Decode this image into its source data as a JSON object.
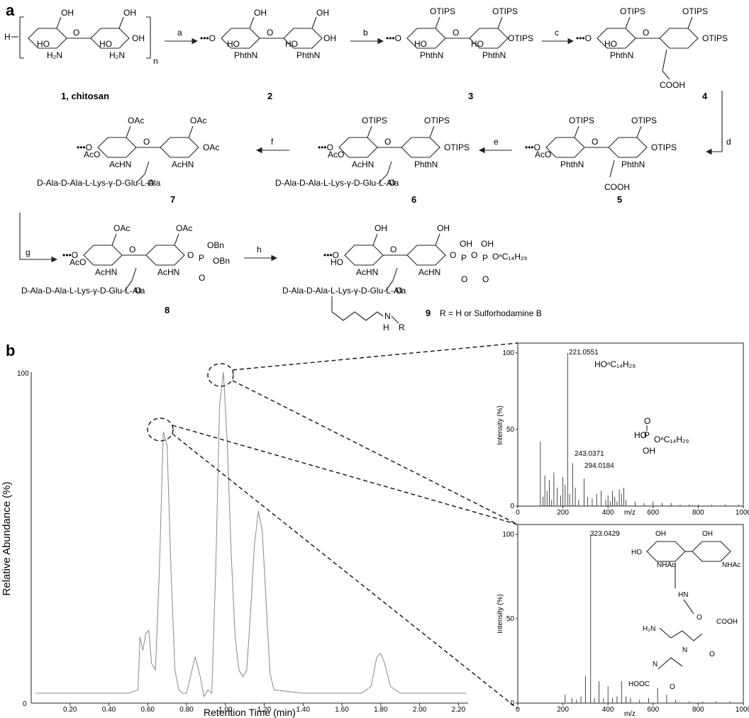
{
  "panels": {
    "a": "a",
    "b": "b"
  },
  "scheme": {
    "compounds": {
      "c1": "1, chitosan",
      "c2": "2",
      "c3": "3",
      "c4": "4",
      "c5": "5",
      "c6": "6",
      "c7": "7",
      "c8": "8",
      "c9": "9"
    },
    "r_note": "R = H or Sulforhodamine B",
    "steps": {
      "a": "a",
      "b": "b",
      "c": "c",
      "d": "d",
      "e": "e",
      "f": "f",
      "g": "g",
      "h": "h"
    },
    "peptide": "D-Ala-D-Ala-L-Lys-γ-D-Glu-L-Ala",
    "peptide9_a": "D-Ala-D-Ala-L-",
    "peptide9_b": "Lys",
    "peptide9_c": "-γ-D-Glu-L-Ala",
    "groups": {
      "oh": "OH",
      "ho": "HO",
      "h2n": "H₂N",
      "phthn": "PhthN",
      "otips": "OTIPS",
      "cooh": "COOH",
      "oac": "OAc",
      "aco": "AcO",
      "achn": "AcHN",
      "obn": "OBn",
      "o": "O",
      "p": "P",
      "tail": "OⁿC₁₄H₂₉",
      "h": "H",
      "n_sub": "n",
      "nh": "N",
      "r": "R"
    }
  },
  "chromatogram": {
    "ylabel": "Relative Abundance (%)",
    "xlabel": "Retention Time (min)",
    "yticks": [
      "0",
      "100"
    ],
    "xticks": [
      "0.20",
      "0.40",
      "0.60",
      "0.80",
      "1.00",
      "1.20",
      "1.40",
      "1.60",
      "1.80",
      "2.00",
      "2.20"
    ],
    "chart_data": {
      "type": "line",
      "x": [
        0.02,
        0.5,
        0.55,
        0.56,
        0.575,
        0.59,
        0.605,
        0.62,
        0.64,
        0.66,
        0.68,
        0.7,
        0.72,
        0.74,
        0.76,
        0.78,
        0.8,
        0.82,
        0.845,
        0.87,
        0.89,
        0.91,
        0.93,
        0.95,
        0.97,
        0.99,
        1.01,
        1.03,
        1.05,
        1.07,
        1.09,
        1.11,
        1.13,
        1.15,
        1.17,
        1.19,
        1.21,
        1.23,
        1.25,
        1.4,
        1.7,
        1.75,
        1.78,
        1.8,
        1.82,
        1.85,
        1.9,
        2.24
      ],
      "y": [
        3,
        3,
        4,
        20,
        16,
        21,
        22,
        12,
        10,
        40,
        82,
        78,
        40,
        10,
        4,
        3,
        3,
        8,
        14,
        8,
        2,
        4,
        3,
        40,
        90,
        100,
        78,
        45,
        20,
        10,
        8,
        10,
        28,
        48,
        58,
        52,
        30,
        9,
        4,
        3,
        3,
        5,
        14,
        15,
        12,
        5,
        3,
        3
      ],
      "xlim": [
        0.0,
        2.25
      ],
      "ylim": [
        0,
        100
      ]
    }
  },
  "ms_top": {
    "xlabel": "m/z",
    "ylabel": "Intensity (%)",
    "xticks": [
      "0",
      "200",
      "400",
      "600",
      "800",
      "1000"
    ],
    "yticks": [
      "0",
      "50",
      "100"
    ],
    "label_base": "221.0551",
    "label_base_frag": "HOⁿC₁₄H₂₉",
    "label_2": "243.0371",
    "label_3": "294.0184",
    "chart_data": {
      "type": "bar",
      "x": [
        100,
        112,
        120,
        130,
        140,
        150,
        160,
        175,
        190,
        200,
        210,
        221.0551,
        230,
        243.0371,
        255,
        270,
        294.0184,
        310,
        330,
        350,
        370,
        390,
        400,
        410,
        420,
        430,
        440,
        450,
        460,
        470,
        480,
        520,
        560,
        600,
        640,
        680,
        720,
        760,
        800,
        860,
        920,
        980
      ],
      "y": [
        42,
        6,
        20,
        10,
        17,
        4,
        22,
        12,
        7,
        19,
        14,
        100,
        8,
        28,
        12,
        4,
        18,
        6,
        5,
        8,
        10,
        4,
        7,
        3,
        10,
        6,
        3,
        11,
        8,
        12,
        4,
        3,
        2,
        3,
        2,
        2,
        1,
        1,
        1,
        1,
        1,
        1
      ],
      "xlim": [
        0,
        1000
      ],
      "ylim": [
        0,
        100
      ]
    }
  },
  "ms_bottom": {
    "xlabel": "m/z",
    "ylabel": "Intensity (%)",
    "xticks": [
      "0",
      "200",
      "400",
      "600",
      "800",
      "1000"
    ],
    "yticks": [
      "0",
      "50",
      "100"
    ],
    "label_base": "323.0429",
    "struct_labels": {
      "ho": "HO",
      "oh": "OH",
      "nhac": "NHAc",
      "hn": "HN",
      "h2n": "H₂N",
      "cooh": "COOH",
      "hooc": "HOOC",
      "n": "N",
      "o": "O"
    },
    "chart_data": {
      "type": "bar",
      "x": [
        210,
        240,
        260,
        280,
        300,
        323.0429,
        340,
        360,
        380,
        400,
        420,
        440,
        460,
        480,
        500,
        540,
        580,
        620,
        660,
        700,
        760,
        820,
        880,
        940
      ],
      "y": [
        5,
        3,
        2,
        4,
        16,
        100,
        3,
        13,
        3,
        10,
        3,
        4,
        13,
        4,
        3,
        2,
        3,
        9,
        5,
        2,
        1,
        1,
        1,
        1
      ],
      "xlim": [
        0,
        1000
      ],
      "ylim": [
        0,
        100
      ]
    }
  }
}
